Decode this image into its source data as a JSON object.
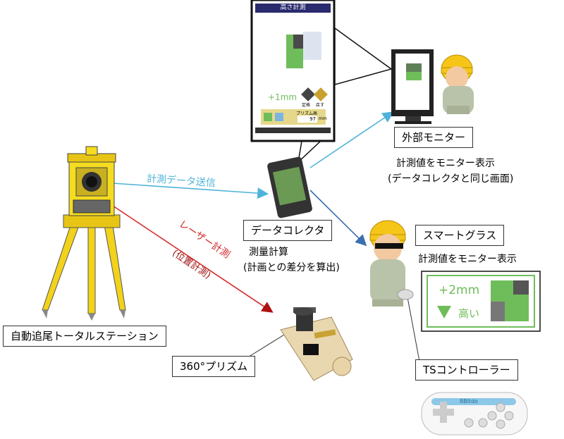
{
  "labels": {
    "total_station": "自動追尾トータルステーション",
    "prism": "360°プリズム",
    "data_collector": "データコレクタ",
    "external_monitor": "外部モニター",
    "smart_glass": "スマートグラス",
    "ts_controller": "TSコントローラー"
  },
  "notes": {
    "monitor_desc_1": "計測値をモニター表示",
    "monitor_desc_2": "(データコレクタと同じ画面)",
    "collector_desc_1": "測量計算",
    "collector_desc_2": "(計画との差分を算出)",
    "glass_desc": "計測値をモニター表示"
  },
  "arrows": {
    "send_data": "計測データ送信",
    "laser": "レーザー計測",
    "laser_sub": "(位置計測)"
  },
  "phone_screen": {
    "title": "高さ計測",
    "offset": "+1mm",
    "button_up": "定格",
    "button_down": "戻す",
    "prism_label": "プリズム高",
    "prism_value": "97",
    "prism_unit": "mm"
  },
  "glass_display": {
    "offset": "+2mm",
    "direction": "高い"
  },
  "controller": {
    "brand": "8Bitdo"
  },
  "colors": {
    "blue_arrow": "#4fb3d9",
    "red_arrow": "#d42a2a",
    "dark_red_arrow": "#a01010",
    "green": "#6fbd5a"
  }
}
